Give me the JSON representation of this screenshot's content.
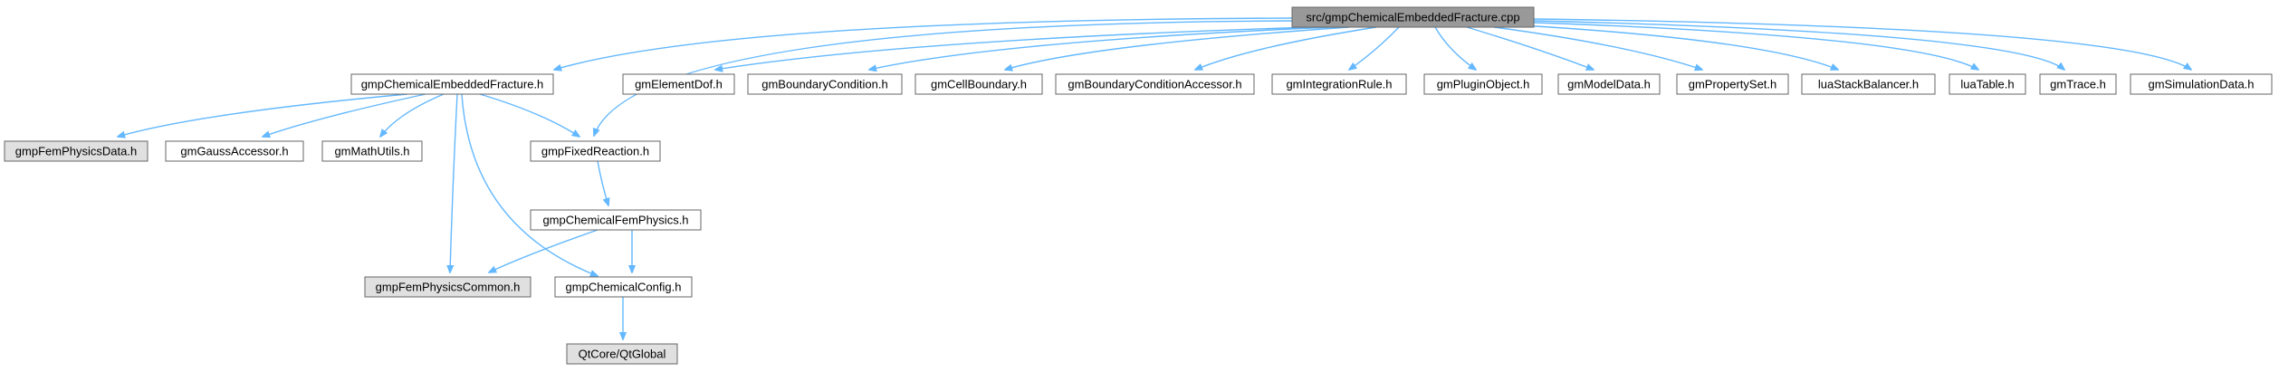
{
  "diagram": {
    "type": "include-dependency-graph",
    "colors": {
      "root_fill": "#999999",
      "node_fill": "#ffffff",
      "external_fill": "#e0e0e0",
      "border": "#666666",
      "edge": "#63b8ff",
      "text": "#000000"
    },
    "nodes": [
      {
        "id": "root",
        "label": "src/gmpChemicalEmbeddedFracture.cpp",
        "style": "root"
      },
      {
        "id": "fracture_h",
        "label": "gmpChemicalEmbeddedFracture.h",
        "style": "normal"
      },
      {
        "id": "elementdof",
        "label": "gmElementDof.h",
        "style": "normal"
      },
      {
        "id": "bc",
        "label": "gmBoundaryCondition.h",
        "style": "normal"
      },
      {
        "id": "cellboundary",
        "label": "gmCellBoundary.h",
        "style": "normal"
      },
      {
        "id": "bcaccessor",
        "label": "gmBoundaryConditionAccessor.h",
        "style": "normal"
      },
      {
        "id": "intrule",
        "label": "gmIntegrationRule.h",
        "style": "normal"
      },
      {
        "id": "plugin",
        "label": "gmPluginObject.h",
        "style": "normal"
      },
      {
        "id": "modeldata",
        "label": "gmModelData.h",
        "style": "normal"
      },
      {
        "id": "propset",
        "label": "gmPropertySet.h",
        "style": "normal"
      },
      {
        "id": "luastack",
        "label": "luaStackBalancer.h",
        "style": "normal"
      },
      {
        "id": "luatable",
        "label": "luaTable.h",
        "style": "normal"
      },
      {
        "id": "trace",
        "label": "gmTrace.h",
        "style": "normal"
      },
      {
        "id": "simdata",
        "label": "gmSimulationData.h",
        "style": "normal"
      },
      {
        "id": "femdata",
        "label": "gmpFemPhysicsData.h",
        "style": "external"
      },
      {
        "id": "gauss",
        "label": "gmGaussAccessor.h",
        "style": "normal"
      },
      {
        "id": "mathutils",
        "label": "gmMathUtils.h",
        "style": "normal"
      },
      {
        "id": "fixedreaction",
        "label": "gmpFixedReaction.h",
        "style": "normal"
      },
      {
        "id": "chemfem",
        "label": "gmpChemicalFemPhysics.h",
        "style": "normal"
      },
      {
        "id": "femcommon",
        "label": "gmpFemPhysicsCommon.h",
        "style": "external"
      },
      {
        "id": "chemconfig",
        "label": "gmpChemicalConfig.h",
        "style": "normal"
      },
      {
        "id": "qtglobal",
        "label": "QtCore/QtGlobal",
        "style": "external"
      }
    ],
    "edges": [
      {
        "from": "root",
        "to": "fracture_h"
      },
      {
        "from": "root",
        "to": "fixedreaction"
      },
      {
        "from": "root",
        "to": "elementdof"
      },
      {
        "from": "root",
        "to": "bc"
      },
      {
        "from": "root",
        "to": "cellboundary"
      },
      {
        "from": "root",
        "to": "bcaccessor"
      },
      {
        "from": "root",
        "to": "intrule"
      },
      {
        "from": "root",
        "to": "plugin"
      },
      {
        "from": "root",
        "to": "modeldata"
      },
      {
        "from": "root",
        "to": "propset"
      },
      {
        "from": "root",
        "to": "luastack"
      },
      {
        "from": "root",
        "to": "luatable"
      },
      {
        "from": "root",
        "to": "trace"
      },
      {
        "from": "root",
        "to": "simdata"
      },
      {
        "from": "fracture_h",
        "to": "femdata"
      },
      {
        "from": "fracture_h",
        "to": "gauss"
      },
      {
        "from": "fracture_h",
        "to": "mathutils"
      },
      {
        "from": "fracture_h",
        "to": "fixedreaction"
      },
      {
        "from": "fracture_h",
        "to": "femcommon"
      },
      {
        "from": "fracture_h",
        "to": "chemconfig"
      },
      {
        "from": "fixedreaction",
        "to": "chemfem"
      },
      {
        "from": "chemfem",
        "to": "femcommon"
      },
      {
        "from": "chemfem",
        "to": "chemconfig"
      },
      {
        "from": "chemconfig",
        "to": "qtglobal"
      }
    ]
  }
}
